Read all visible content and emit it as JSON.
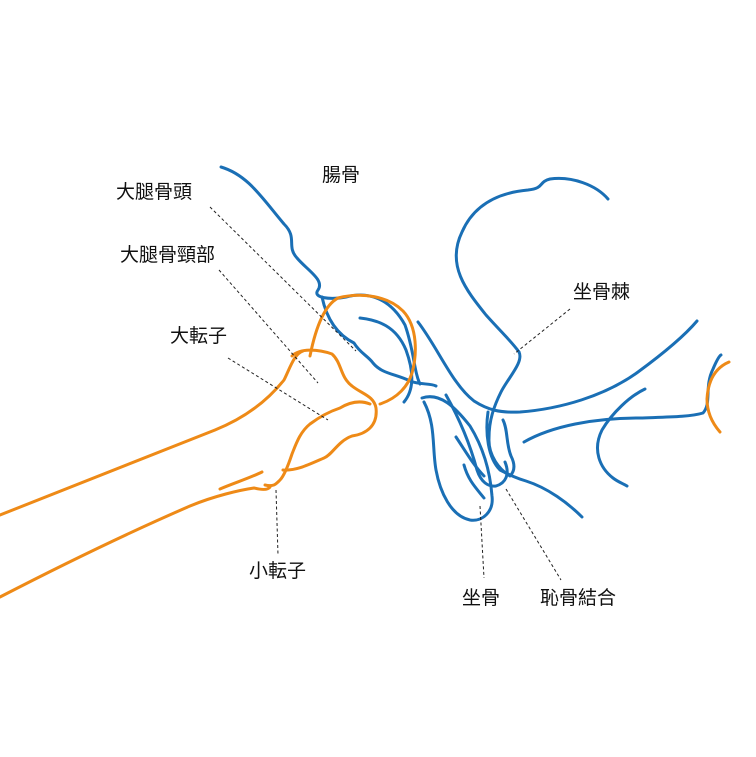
{
  "colors": {
    "pelvis_outline": "#1a6fb5",
    "femur_outline": "#ee8a17",
    "leader_line": "#222222",
    "background": "#ffffff"
  },
  "labels": {
    "ilium": "腸骨",
    "femoral_head": "大腿骨頭",
    "femoral_neck": "大腿骨頸部",
    "greater_trochanter": "大転子",
    "lesser_trochanter": "小転子",
    "ischial_spine": "坐骨棘",
    "ischium": "坐骨",
    "pubic_symphysis": "恥骨結合"
  }
}
